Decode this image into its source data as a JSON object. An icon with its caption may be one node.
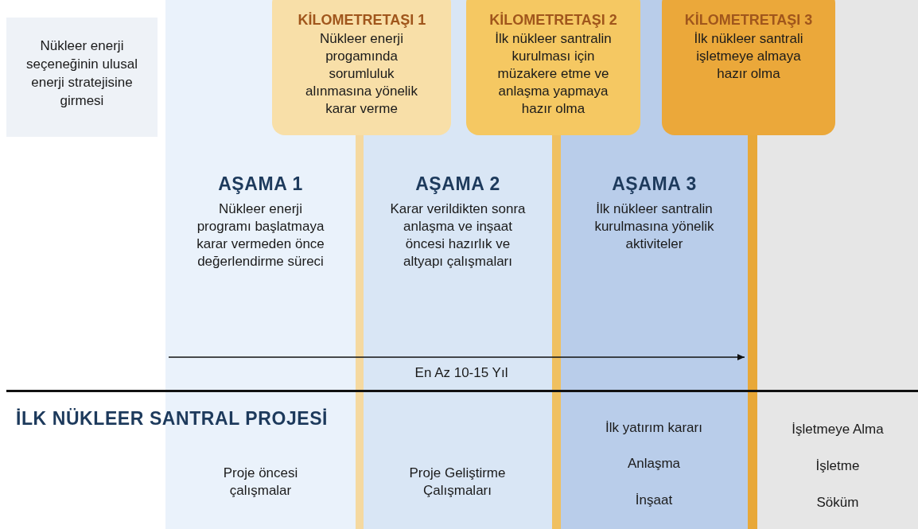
{
  "diagram": {
    "nodes": [
      {
        "text": [
          "Nükleer enerji seçeneğinin ulusal enerji stratejisine girmesi"
        ]
      },
      {
        "text": [
          "KİLOMETRETAŞI 1",
          "Nükleer enerji progamında sorumluluk alınmasına yönelik karar verme"
        ]
      },
      {
        "text": [
          "KİLOMETRETAŞI 2",
          "İlk nükleer santralin kurulması için müzakere etme ve anlaşma yapmaya hazır olma"
        ]
      },
      {
        "text": [
          "KİLOMETRETAŞI 3",
          "İlk nükleer santrali işletmeye almaya hazır olma"
        ]
      },
      {
        "text": [
          "AŞAMA 1",
          "Nükleer enerji programı başlatmaya karar vermeden önce değerlendirme süreci"
        ]
      },
      {
        "text": [
          "AŞAMA 2",
          "Karar verildikten sonra anlaşma ve inşaat öncesi hazırlık ve altyapı çalışmaları"
        ]
      },
      {
        "text": [
          "AŞAMA 3",
          "İlk nükleer santralin kurulmasına yönelik aktiviteler"
        ]
      }
    ],
    "labels": [
      "En Az 10-15 Yıl",
      "İLK NÜKLEER SANTRAL PROJESİ",
      "Proje öncesi çalışmalar",
      "Proje Geliştirme Çalışmaları",
      "İlk yatırım kararı",
      "Anlaşma",
      "İnşaat",
      "İşletmeye Alma",
      "İşletme",
      "Söküm"
    ]
  }
}
